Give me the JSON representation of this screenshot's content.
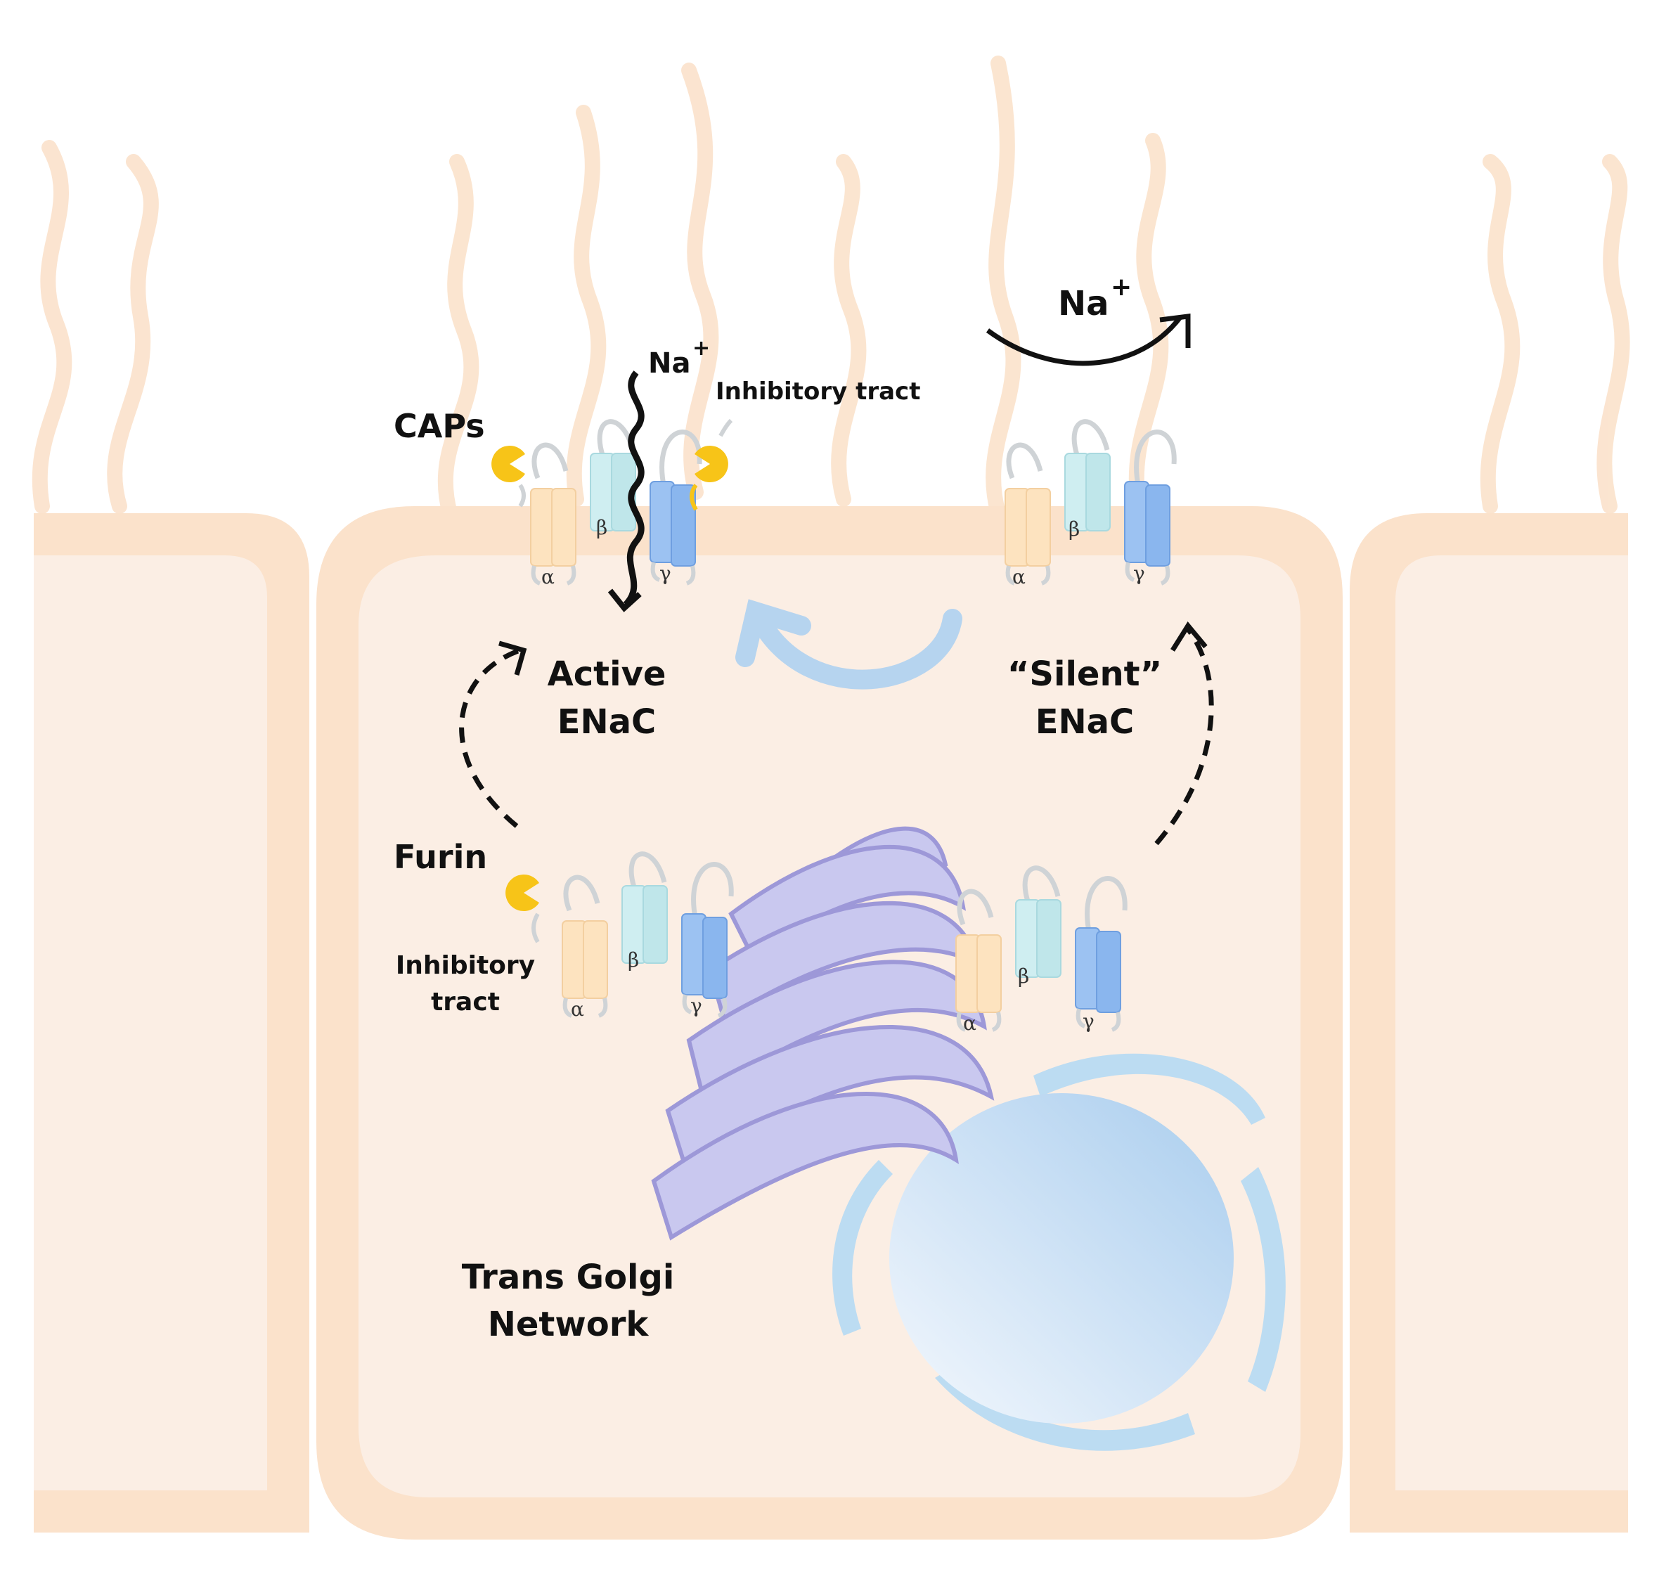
{
  "labels": {
    "caps": "CAPs",
    "na_active": "Na",
    "na_silent": "Na",
    "plus": "+",
    "inhibitory_tract_top": "Inhibitory tract",
    "active_line1": "Active",
    "active_line2": "ENaC",
    "silent_line1": "“Silent”",
    "silent_line2": "ENaC",
    "furin": "Furin",
    "inhibitory_tract_left_line1": "Inhibitory",
    "inhibitory_tract_left_line2": "tract",
    "tgn_line1": "Trans Golgi",
    "tgn_line2": "Network"
  },
  "subunits": {
    "alpha": "α",
    "beta": "β",
    "gamma": "γ"
  },
  "colors": {
    "membrane": "#fbe2cb",
    "cytoplasm": "#fbeee4",
    "alpha": "#fde3bf",
    "beta": "#bfe6ea",
    "gamma": "#8ab6ee",
    "protease": "#f7c418",
    "golgi": "#c9c8ef",
    "nucleus": "#bcdcf2",
    "recycle_arrow": "#b6d4ef"
  }
}
